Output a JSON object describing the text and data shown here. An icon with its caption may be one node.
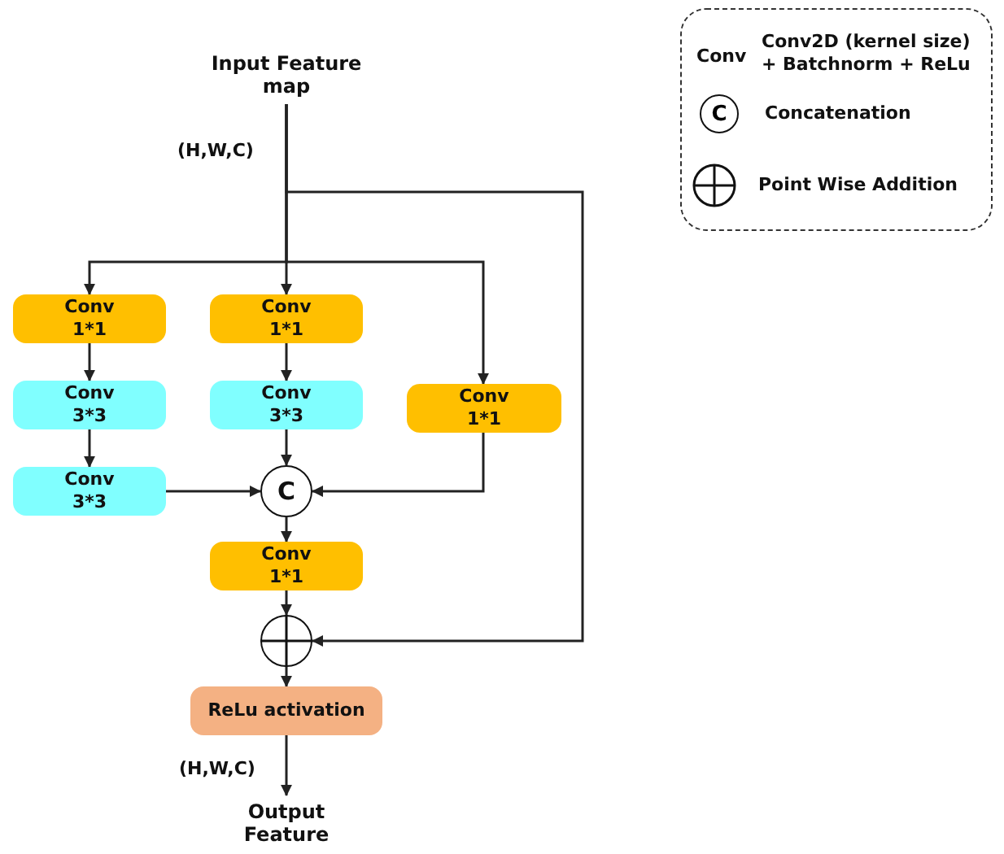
{
  "diagram": {
    "nodes": [
      {
        "text": [
          "Input Feature map"
        ]
      },
      {
        "text": [
          "Conv 1*1"
        ]
      },
      {
        "text": [
          "Conv 1*1"
        ]
      },
      {
        "text": [
          "Conv 3*3"
        ]
      },
      {
        "text": [
          "Conv 3*3"
        ]
      },
      {
        "text": [
          "Conv 1*1"
        ]
      },
      {
        "text": [
          "Conv 3*3"
        ]
      },
      {
        "text": [
          "C"
        ]
      },
      {
        "text": [
          "Conv 1*1"
        ]
      },
      {
        "text": [],
        "shape": "circle"
      },
      {
        "text": [
          "ReLu activation"
        ]
      },
      {
        "text": [
          "Output Feature"
        ]
      }
    ],
    "edges": [
      {
        "from": 0,
        "to": 1,
        "arrow": "to"
      },
      {
        "from": 0,
        "to": 2,
        "arrow": "to"
      },
      {
        "from": 0,
        "to": 5,
        "arrow": "to"
      },
      {
        "from": 0,
        "to": 9,
        "arrow": "to"
      },
      {
        "from": 1,
        "to": 3,
        "arrow": "to"
      },
      {
        "from": 3,
        "to": 6,
        "arrow": "to"
      },
      {
        "from": 2,
        "to": 4,
        "arrow": "to"
      },
      {
        "from": 6,
        "to": 7,
        "arrow": "to"
      },
      {
        "from": 4,
        "to": 7,
        "arrow": "to"
      },
      {
        "from": 5,
        "to": 7,
        "arrow": "to"
      },
      {
        "from": 7,
        "to": 8,
        "arrow": "to"
      },
      {
        "from": 8,
        "to": 9,
        "arrow": "to"
      },
      {
        "from": 9,
        "to": 10,
        "arrow": "to"
      },
      {
        "from": 10,
        "to": 11,
        "arrow": "to"
      }
    ],
    "labels": [
      "(H,W,C)",
      "(H,W,C)",
      "Conv",
      "C"
    ],
    "legend": [
      {
        "text": "Conv2D (kernel size) + Batchnorm + ReLu"
      },
      {
        "text": "Concatenation"
      },
      {
        "text": "Point Wise Addition"
      }
    ]
  }
}
